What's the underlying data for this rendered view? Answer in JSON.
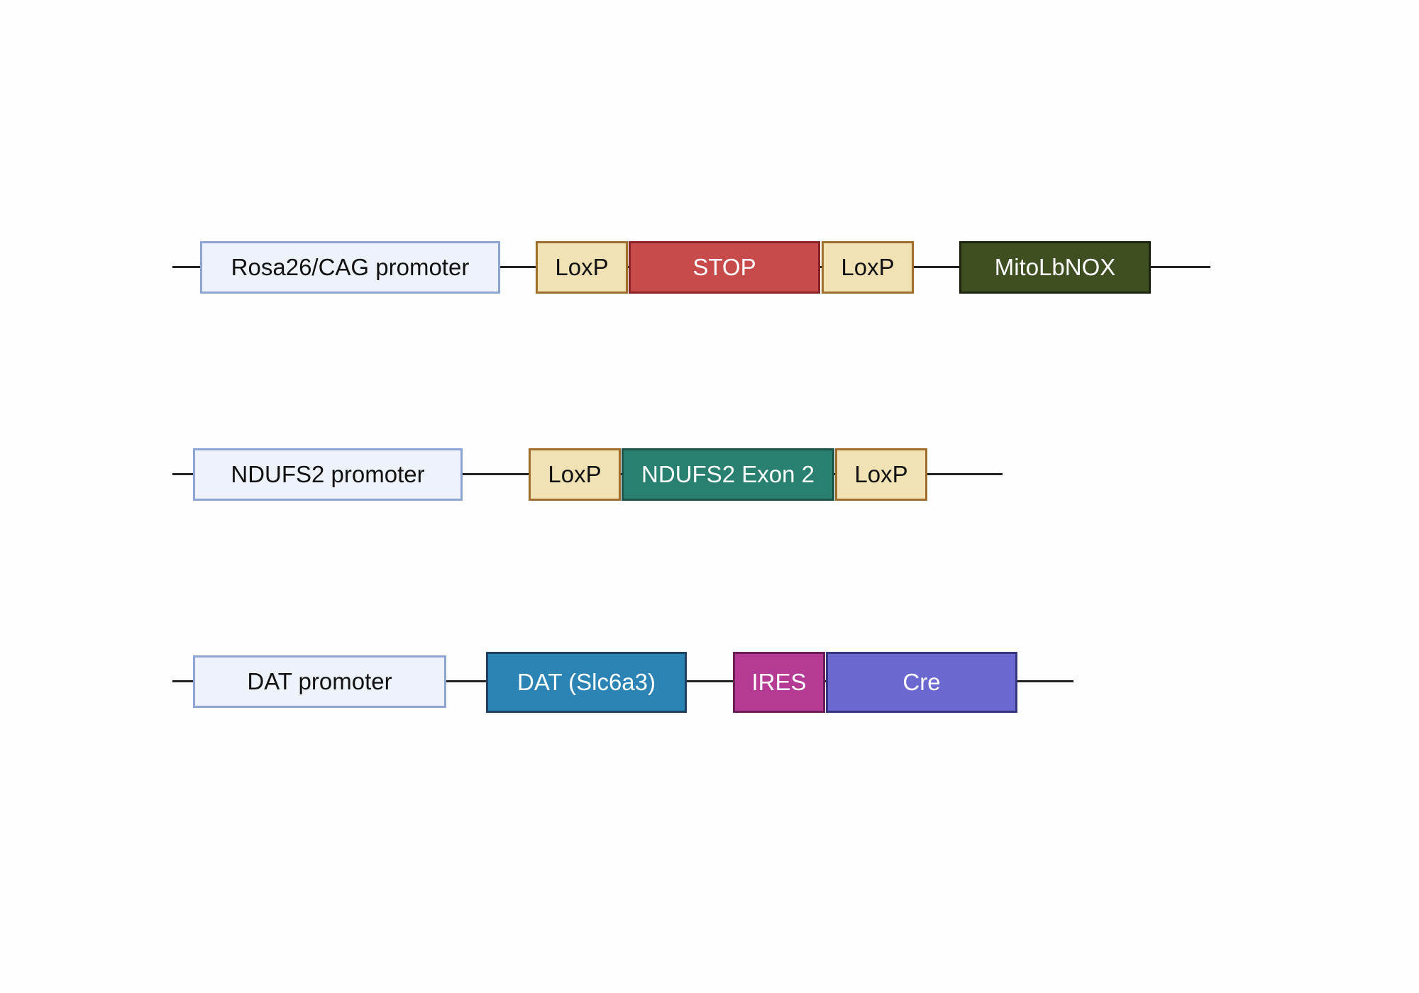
{
  "constructs": [
    {
      "name": "rosa26-construct",
      "elements": [
        {
          "kind": "promoter",
          "label": "Rosa26/CAG promoter"
        },
        {
          "kind": "loxp",
          "label": "LoxP"
        },
        {
          "kind": "stop",
          "label": "STOP"
        },
        {
          "kind": "loxp",
          "label": "LoxP"
        },
        {
          "kind": "gene",
          "label": "MitoLbNOX"
        }
      ]
    },
    {
      "name": "ndufs2-construct",
      "elements": [
        {
          "kind": "promoter",
          "label": "NDUFS2 promoter"
        },
        {
          "kind": "loxp",
          "label": "LoxP"
        },
        {
          "kind": "exon",
          "label": "NDUFS2 Exon 2"
        },
        {
          "kind": "loxp",
          "label": "LoxP"
        }
      ]
    },
    {
      "name": "dat-construct",
      "elements": [
        {
          "kind": "promoter",
          "label": "DAT promoter"
        },
        {
          "kind": "gene",
          "label": "DAT (Slc6a3)"
        },
        {
          "kind": "ires",
          "label": "IRES"
        },
        {
          "kind": "gene",
          "label": "Cre"
        }
      ]
    }
  ],
  "colors": {
    "promoter_fill": "#edf2fb",
    "loxp_fill": "#f1e2b5",
    "stop_fill": "#c84b4b",
    "mitolbnox_fill": "#3f4f22",
    "exon_fill": "#2a8070",
    "dat_fill": "#2c84b4",
    "ires_fill": "#b43a94",
    "cre_fill": "#6b69cf",
    "backbone_line": "#222222"
  }
}
